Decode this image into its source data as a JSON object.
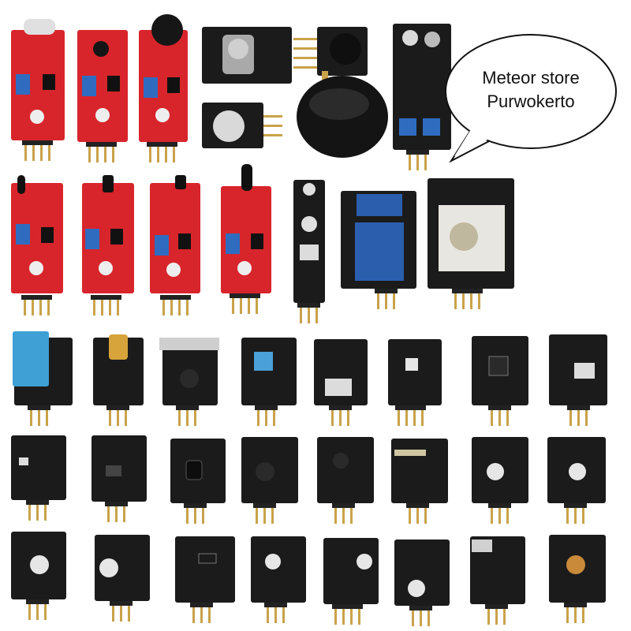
{
  "banner": {
    "line1": "Meteor store",
    "line2": "Purwokerto"
  },
  "colors": {
    "red_board": "#d8252b",
    "black_board": "#1b1b1b",
    "blue_pot": "#2f6cc0",
    "gold_pins": "#c9a24a",
    "relay_blue": "#2b5fae",
    "dht_blue": "#3ea0d4",
    "laser_brass": "#d6a43a"
  },
  "modules": [
    {
      "kind": "red"
    },
    {
      "kind": "red"
    },
    {
      "kind": "red"
    },
    {
      "kind": "potentiometer"
    },
    {
      "kind": "buzzer"
    },
    {
      "kind": "ir-pair"
    },
    {
      "kind": "buzzer"
    },
    {
      "kind": "joystick-cap"
    },
    {
      "kind": "red"
    },
    {
      "kind": "red"
    },
    {
      "kind": "red"
    },
    {
      "kind": "red"
    },
    {
      "kind": "tracker"
    },
    {
      "kind": "relay"
    },
    {
      "kind": "joystick"
    },
    {
      "kind": "dht11"
    },
    {
      "kind": "laser"
    },
    {
      "kind": "tilt"
    },
    {
      "kind": "pot"
    },
    {
      "kind": "hall"
    },
    {
      "kind": "rgb"
    },
    {
      "kind": "button"
    },
    {
      "kind": "led"
    },
    {
      "kind": "smd"
    },
    {
      "kind": "smd"
    },
    {
      "kind": "ir"
    },
    {
      "kind": "ntc"
    },
    {
      "kind": "photo"
    },
    {
      "kind": "reed"
    },
    {
      "kind": "led"
    },
    {
      "kind": "led"
    },
    {
      "kind": "led"
    },
    {
      "kind": "led"
    },
    {
      "kind": "smd"
    },
    {
      "kind": "led"
    },
    {
      "kind": "led"
    },
    {
      "kind": "led"
    },
    {
      "kind": "ir"
    },
    {
      "kind": "led"
    }
  ]
}
